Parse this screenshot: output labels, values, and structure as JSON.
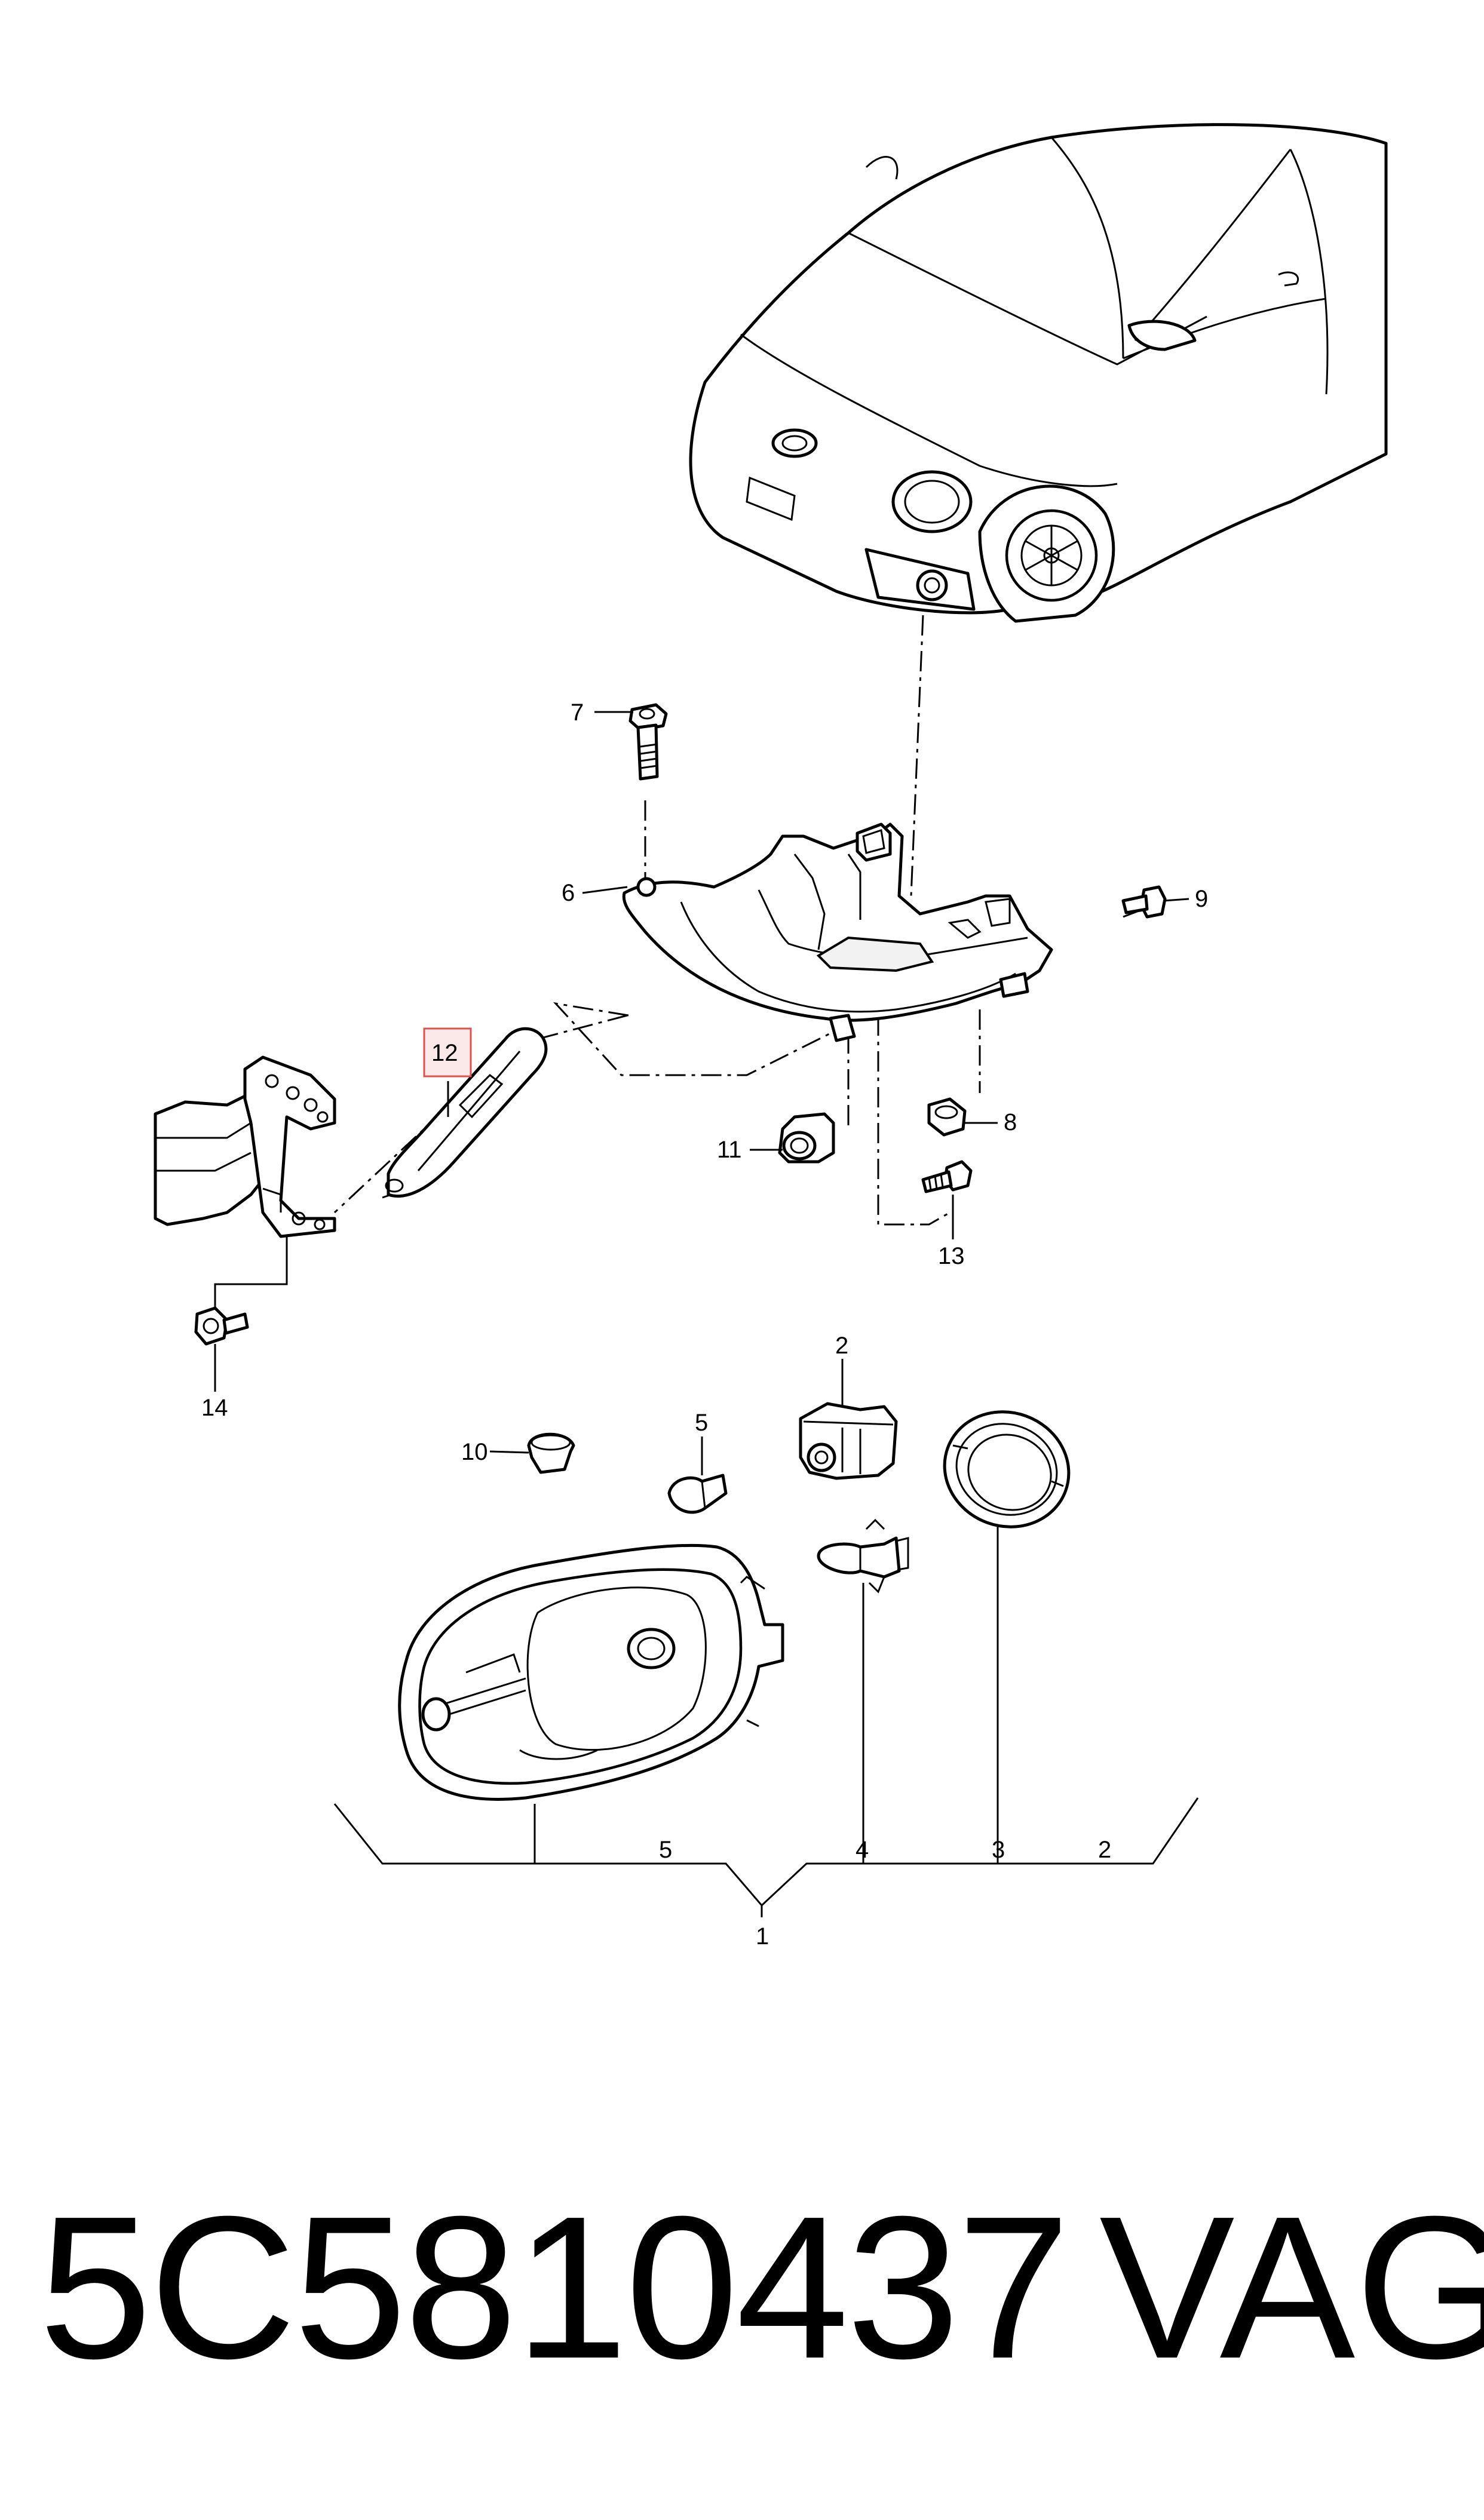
{
  "diagram": {
    "callouts": {
      "c1": "1",
      "c2_top": "2",
      "c2_bracket": "2",
      "c3": "3",
      "c4": "4",
      "c5_top": "5",
      "c5_bracket": "5",
      "c6": "6",
      "c7": "7",
      "c8": "8",
      "c9": "9",
      "c10": "10",
      "c11": "11",
      "c12": "12",
      "c13": "13",
      "c14": "14"
    },
    "highlight_color": "#d9534f"
  },
  "footer": {
    "part_number": "5C5810437",
    "brand": "VAG"
  }
}
